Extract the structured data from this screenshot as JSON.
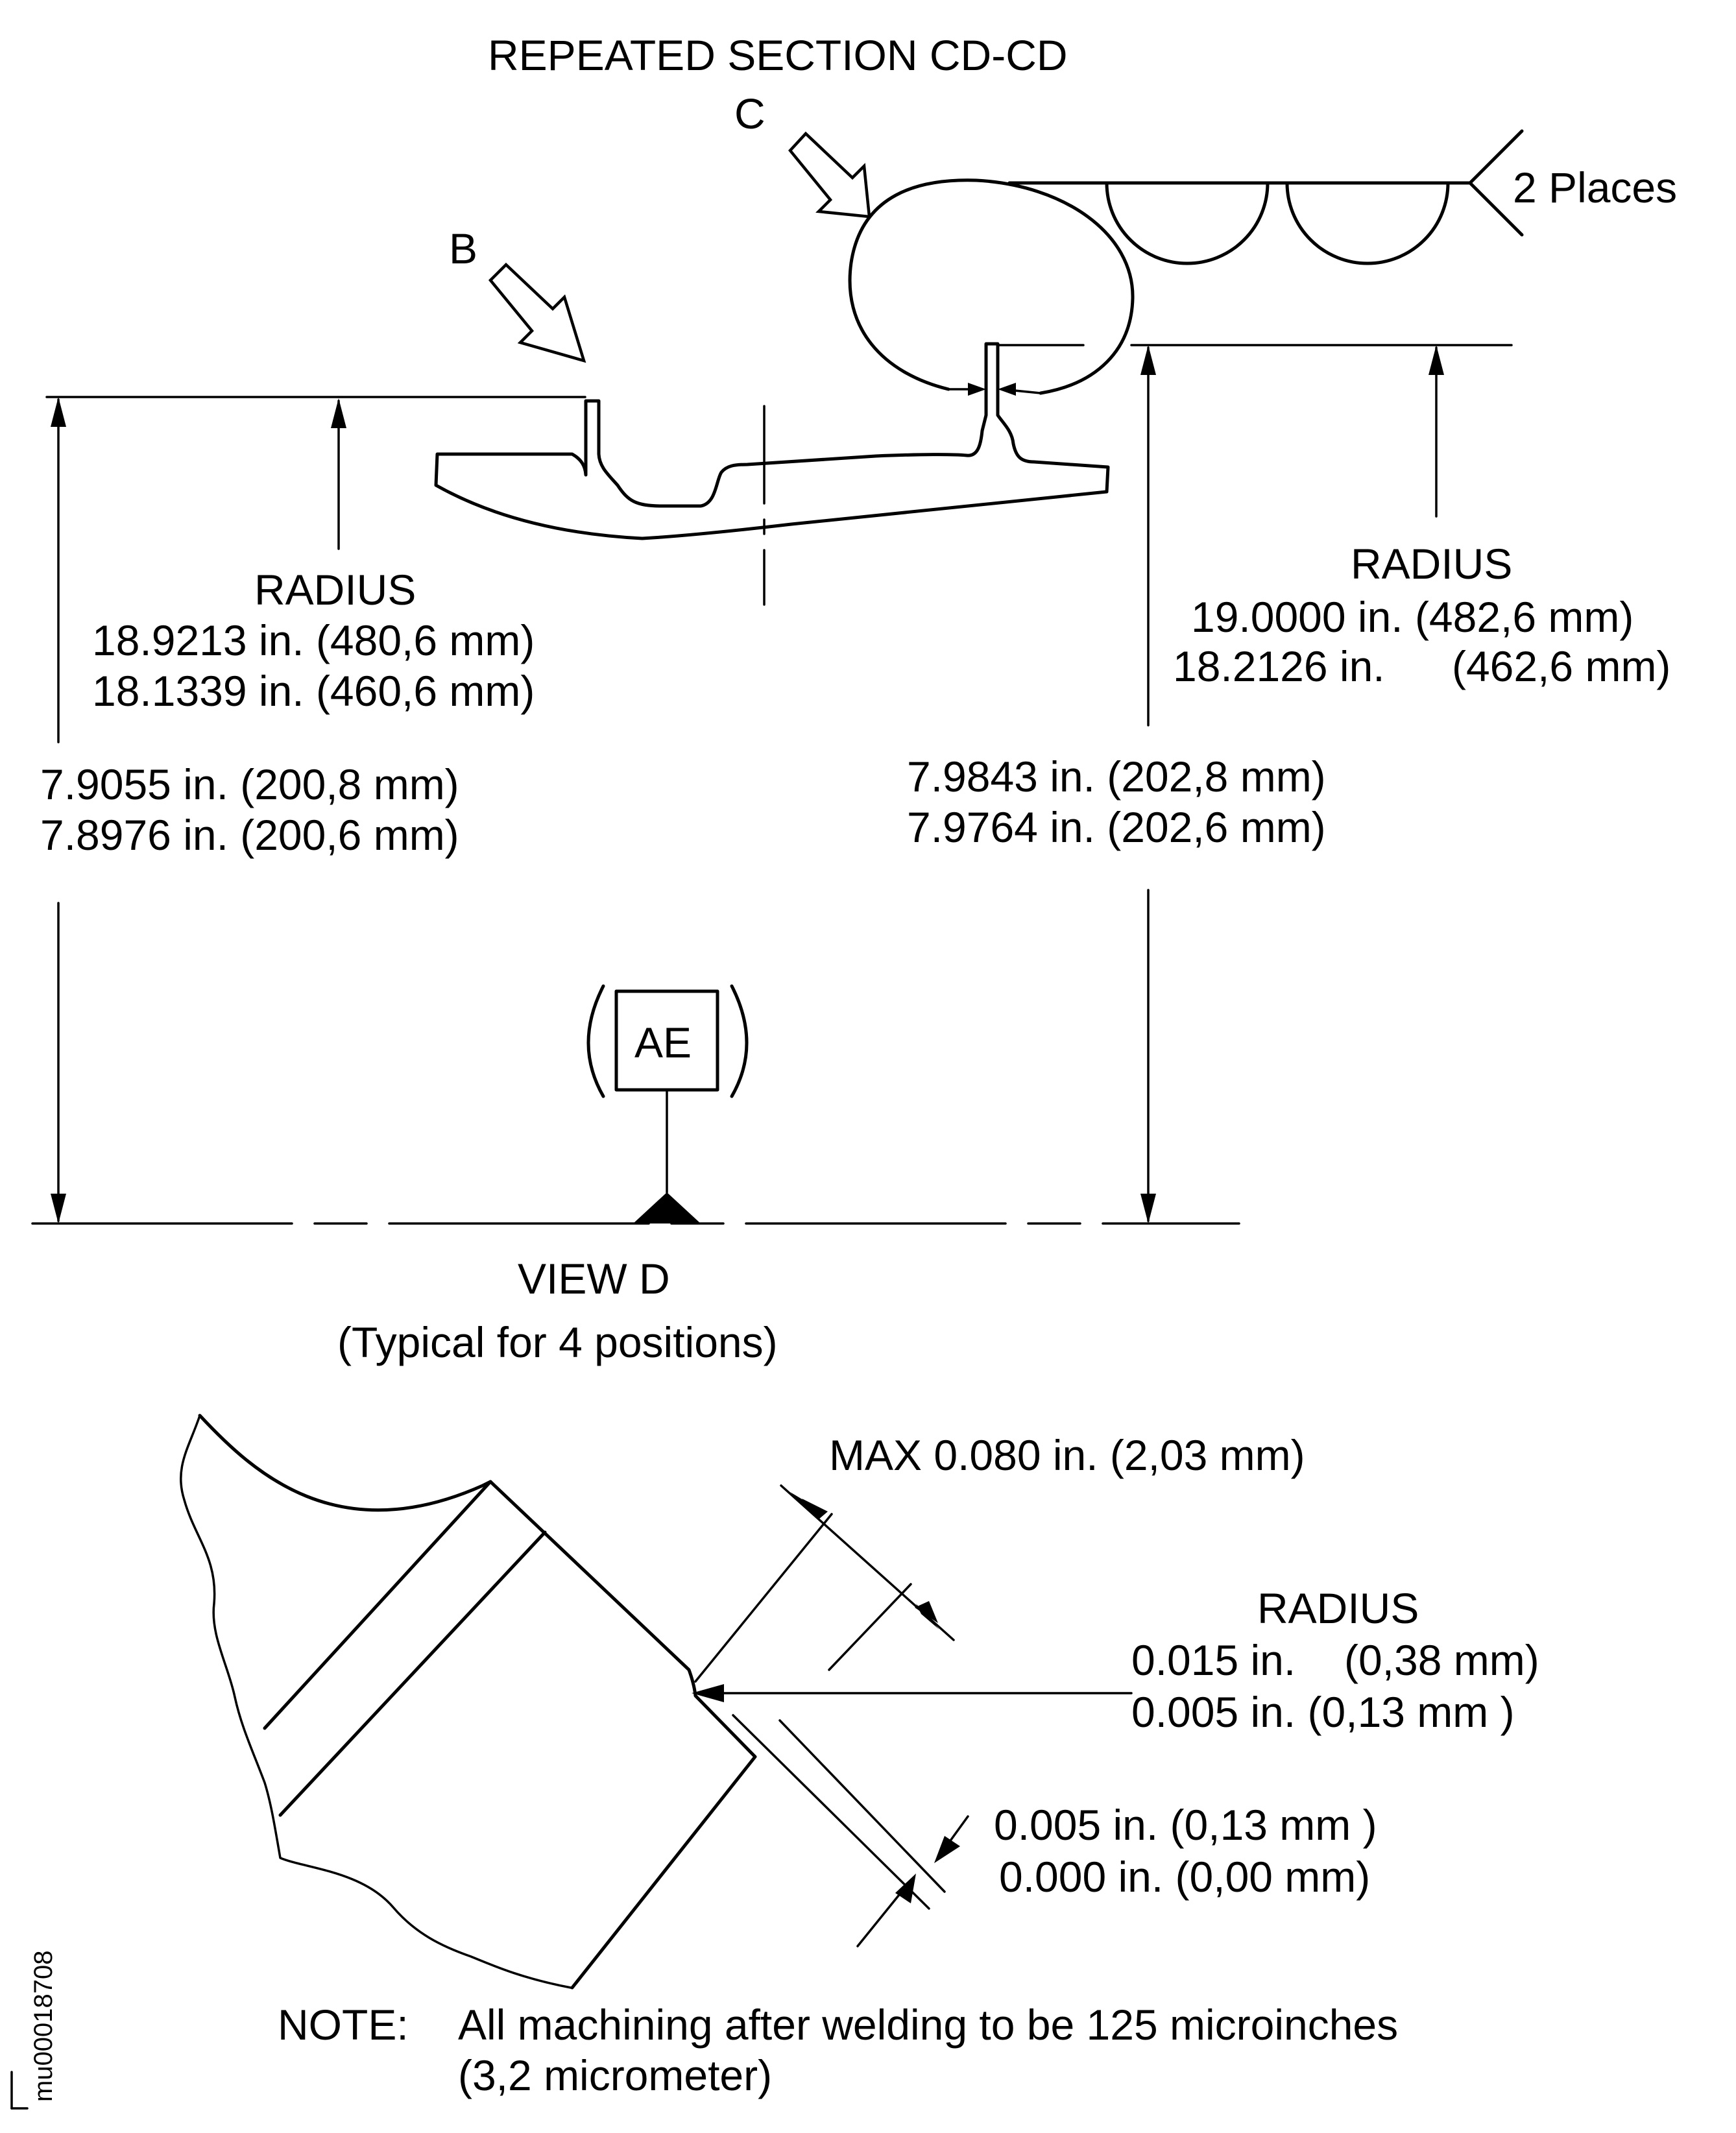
{
  "view_cd": {
    "section_title": "REPEATED SECTION CD-CD",
    "arrow_c": "C",
    "arrow_b": "B",
    "places": "2 Places"
  },
  "radius_left": {
    "label": "RADIUS",
    "max": "18.9213 in. (480,6 mm)",
    "min": "18.1339 in. (460,6 mm)"
  },
  "radius_right": {
    "label": "RADIUS",
    "max": "19.0000 in. (482,6 mm)",
    "min_in": "18.2126 in.",
    "min_mm": "(462,6 mm)"
  },
  "height_left": {
    "max": "7.9055 in. (200,8 mm)",
    "min": "7.8976 in. (200,6 mm)"
  },
  "height_right": {
    "max": "7.9843 in. (202,8 mm)",
    "min": "7.9764 in. (202,6 mm)"
  },
  "datum": {
    "label": "AE"
  },
  "view_d": {
    "title": "VIEW D",
    "subtitle": "(Typical for 4 positions)"
  },
  "detail": {
    "max_label": "MAX 0.080 in. (2,03 mm)",
    "radius_label": "RADIUS",
    "radius_max_in": "0.015 in.",
    "radius_max_mm": "(0,38 mm)",
    "radius_min": "0.005 in. (0,13 mm )",
    "offset_max": "0.005 in. (0,13 mm )",
    "offset_min": "0.000 in. (0,00 mm)"
  },
  "note": {
    "prefix": "NOTE:",
    "line1": "All machining after welding to be 125 microinches",
    "line2": "(3,2 micrometer)"
  },
  "figure_id": "mu00018708"
}
